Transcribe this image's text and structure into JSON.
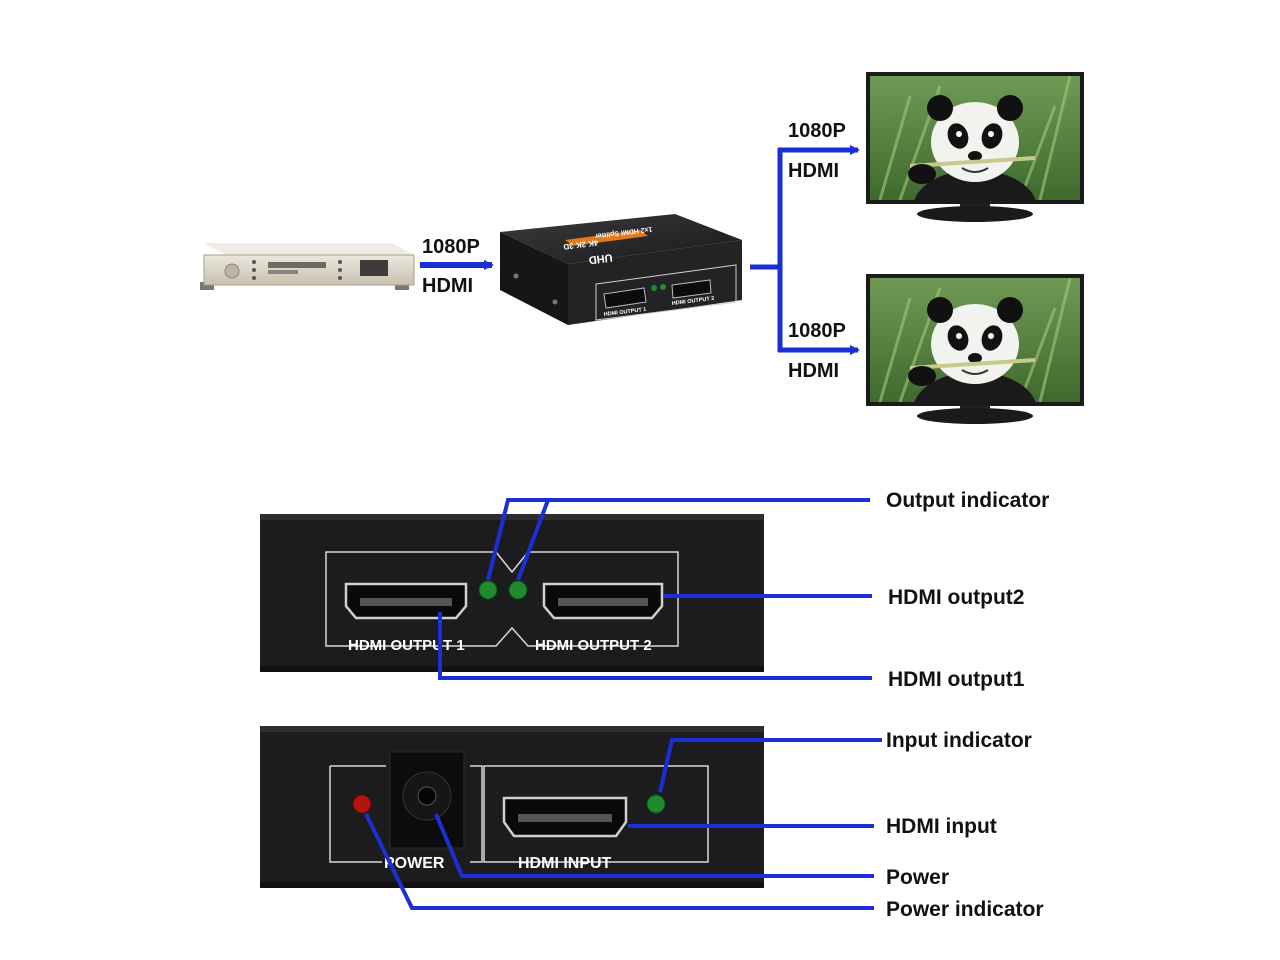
{
  "top": {
    "signal_in": {
      "resolution": "1080P",
      "interface": "HDMI"
    },
    "signal_out_1": {
      "resolution": "1080P",
      "interface": "HDMI"
    },
    "signal_out_2": {
      "resolution": "1080P",
      "interface": "HDMI"
    },
    "splitter": {
      "badge": "UHD",
      "plate": "4K 2K 3D",
      "subtitle": "1x2 HDMI Splitter",
      "port1": "HDMI OUTPUT 1",
      "port2": "HDMI OUTPUT 2"
    }
  },
  "front_panel": {
    "port1_label": "HDMI OUTPUT 1",
    "port2_label": "HDMI OUTPUT 2",
    "callouts": {
      "output_indicator": "Output indicator",
      "hdmi_output2": "HDMI output2",
      "hdmi_output1": "HDMI output1"
    }
  },
  "rear_panel": {
    "power_label": "POWER",
    "input_label": "HDMI INPUT",
    "callouts": {
      "input_indicator": "Input indicator",
      "hdmi_input": "HDMI input",
      "power": "Power",
      "power_indicator": "Power indicator"
    }
  },
  "colors": {
    "arrow": "#1a2fd6",
    "device_body": "#1c1c1e",
    "led_green": "#1f8a2e",
    "led_red": "#b3140f",
    "player_silver": "#d9d3c7"
  }
}
